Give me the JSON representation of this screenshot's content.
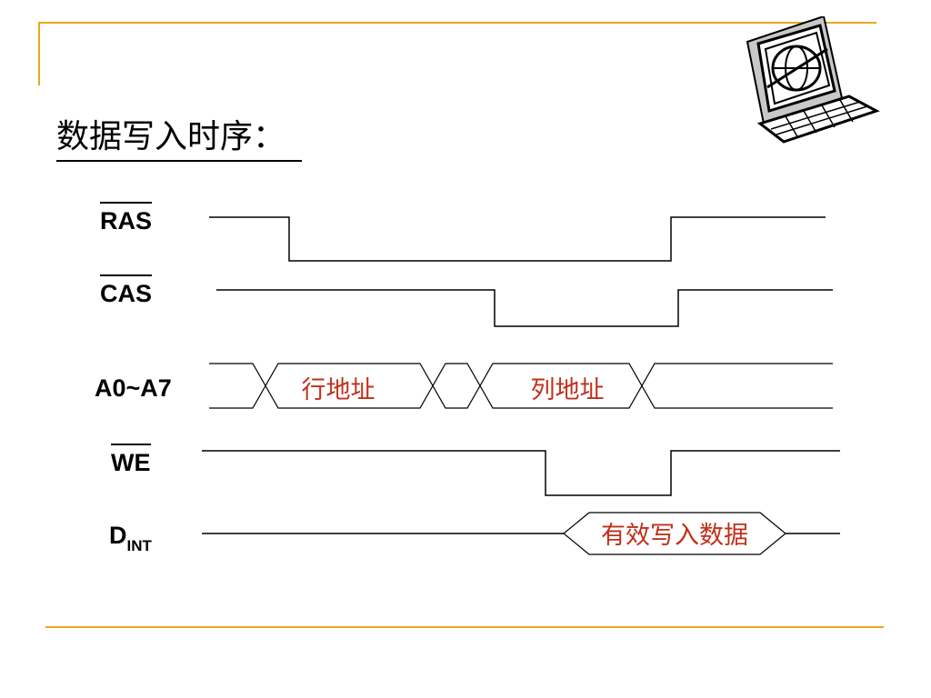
{
  "slide": {
    "title": "数据写入时序：",
    "colors": {
      "accent_line": "#E8A81E",
      "segment_text": "#C0301B",
      "wave": "#000000"
    },
    "decoration": {
      "icon": "computer-globe-icon"
    }
  },
  "signals": {
    "ras": {
      "label": "RAS",
      "overline": true
    },
    "cas": {
      "label": "CAS",
      "overline": true
    },
    "addr": {
      "label": "A0~A7",
      "overline": false
    },
    "we": {
      "label": "WE",
      "overline": true
    },
    "din": {
      "label": "D",
      "subscript": "INT",
      "overline": false
    }
  },
  "segments": {
    "row_address": "行地址",
    "column_address": "列地址",
    "valid_data": "有效写入数据"
  }
}
